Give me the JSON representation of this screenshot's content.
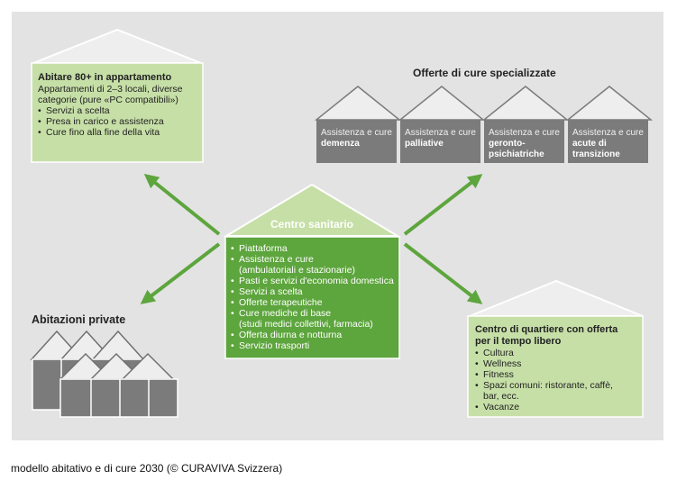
{
  "colors": {
    "panel": "#e3e3e3",
    "light_green": "#c6dfa7",
    "dark_green": "#5da53d",
    "gray_box": "#7b7b7b",
    "arrow": "#5da53d"
  },
  "left_box": {
    "title": "Abitare 80+ in appartamento",
    "desc1": "Appartamenti di 2–3 locali, diverse",
    "desc2": "categorie (pure «PC compatibili»)",
    "items": [
      "Servizi a scelta",
      "Presa in carico e assistenza",
      "Cure fino alla fine della vita"
    ]
  },
  "specialized": {
    "heading": "Offerte di cure specializzate",
    "boxes": [
      {
        "line1": "Assistenza e cure",
        "line2": "demenza",
        "line3": ""
      },
      {
        "line1": "Assistenza e cure",
        "line2": "palliative",
        "line3": ""
      },
      {
        "line1": "Assistenza e cure",
        "line2": "geronto-",
        "line3": "psichiatriche"
      },
      {
        "line1": "Assistenza e cure",
        "line2": "acute di",
        "line3": "transizione"
      }
    ]
  },
  "center": {
    "title": "Centro sanitario",
    "items": [
      "Piattaforma",
      "Assistenza e cure",
      "(ambulatoriali e stazionarie)",
      "Pasti e servizi d'economia domestica",
      "Servizi a scelta",
      "Offerte terapeutiche",
      "Cure mediche di base",
      "(studi medici collettivi, farmacia)",
      "Offerta diurna e notturna",
      "Servizio trasporti"
    ]
  },
  "private": {
    "title": "Abitazioni private"
  },
  "quarter": {
    "title1": "Centro di quartiere con offerta",
    "title2": "per il tempo libero",
    "items": [
      "Cultura",
      "Wellness",
      "Fitness",
      "Spazi comuni: ristorante, caffè,",
      "bar, ecc.",
      "Vacanze"
    ]
  },
  "caption": "modello abitativo e di cure 2030 (© CURAVIVA Svizzera)"
}
